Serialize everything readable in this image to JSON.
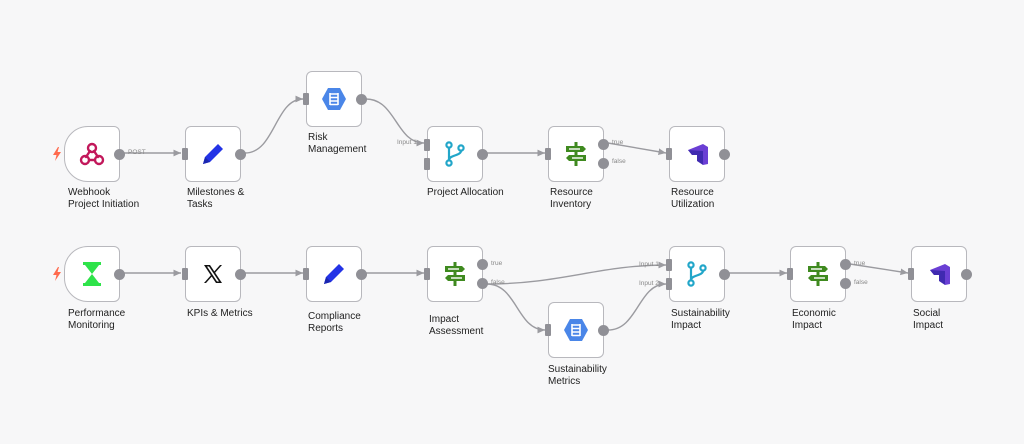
{
  "colors": {
    "edge": "#9b9ba0",
    "trigger_bolt": "#ff6a4d",
    "switch_green": "#3f8a1f",
    "pencil_blue": "#2333e6",
    "merge_teal": "#22a6c9",
    "gsheets_blue": "#4a86e8",
    "hourglass_green": "#2ee34a",
    "clickup_purple": "#6a3fd4"
  },
  "nodes": {
    "webhook": {
      "label_1": "Webhook",
      "label_2": "Project Initiation",
      "icon": "webhook-icon",
      "port": "POST"
    },
    "milestones": {
      "label_1": "Milestones &",
      "label_2": "Tasks",
      "icon": "pencil-icon"
    },
    "risk": {
      "label_1": "Risk",
      "label_2": "Management",
      "icon": "database-icon"
    },
    "allocation": {
      "label_1": "Project Allocation",
      "icon": "merge-icon",
      "port_in": "Input 1"
    },
    "inventory": {
      "label_1": "Resource",
      "label_2": "Inventory",
      "icon": "signpost-icon",
      "port_true": "true",
      "port_false": "false"
    },
    "utilization": {
      "label_1": "Resource",
      "label_2": "Utilization",
      "icon": "clickup-icon"
    },
    "performance": {
      "label_1": "Performance",
      "label_2": "Monitoring",
      "icon": "hourglass-icon"
    },
    "kpis": {
      "label_1": "KPIs & Metrics",
      "icon": "x-logo-icon"
    },
    "compliance": {
      "label_1": "Compliance",
      "label_2": "Reports",
      "icon": "pencil-icon"
    },
    "impact": {
      "label_1": "Impact",
      "label_2": "Assessment",
      "icon": "signpost-icon",
      "port_true": "true",
      "port_false": "false"
    },
    "sustain_metrics": {
      "label_1": "Sustainability",
      "label_2": "Metrics",
      "icon": "database-icon"
    },
    "sustain_impact": {
      "label_1": "Sustainability",
      "label_2": "Impact",
      "icon": "merge-icon",
      "port_in1": "Input 1",
      "port_in2": "Input 2"
    },
    "economic": {
      "label_1": "Economic",
      "label_2": "Impact",
      "icon": "signpost-icon",
      "port_true": "true",
      "port_false": "false"
    },
    "social": {
      "label_1": "Social",
      "label_2": "Impact",
      "icon": "clickup-icon"
    }
  }
}
